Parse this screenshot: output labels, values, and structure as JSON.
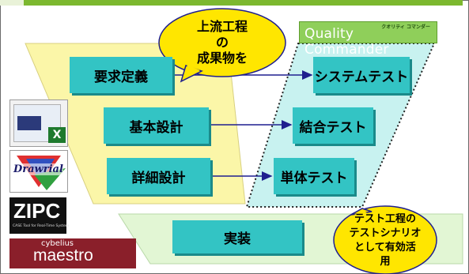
{
  "callout_top": {
    "lines": "上流工程\nの\n成果物を"
  },
  "callout_bottom": {
    "lines": "テスト工程の\nテストシナリオ\nとして有効活\n用"
  },
  "product": {
    "sub_label": "クオリティ コマンダー",
    "name": "Quality Commander"
  },
  "left_steps": [
    "要求定義",
    "基本設計",
    "詳細設計"
  ],
  "right_steps": [
    "システムテスト",
    "結合テスト",
    "単体テスト"
  ],
  "bottom_step": "実装",
  "tools": {
    "zipc_logo": "ZIPC",
    "zipc_tagline": "CASE Tool for Real-Time System",
    "maestro_top": "cybelius",
    "maestro_bottom": "maestro",
    "drawrial_logo": "Drawrial",
    "excel_icon": "X"
  },
  "colors": {
    "box": "#33c4c4",
    "left_band": "#fbf6a8",
    "right_band": "#c8f2f0",
    "bottom_band": "#e2f6d4",
    "callout": "#ffe600",
    "arrow": "#1f1f8f",
    "topbar": "#7cb82f"
  }
}
